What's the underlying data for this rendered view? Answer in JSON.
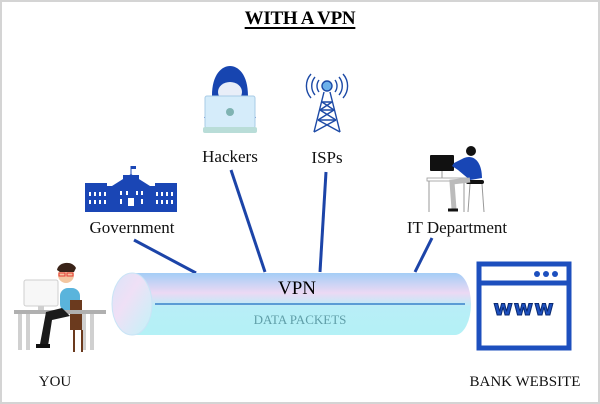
{
  "title": "WITH A VPN",
  "nodes": {
    "hackers": "Hackers",
    "isps": "ISPs",
    "government": "Government",
    "it_department": "IT Department",
    "you": "YOU",
    "bank_website": "BANK WEBSITE"
  },
  "tunnel": {
    "label": "VPN",
    "sublabel": "DATA PACKETS"
  },
  "website_icon_text": "www",
  "colors": {
    "primary_blue": "#1a46b5",
    "line_blue": "#1c44a8",
    "tube_top": "#a9d3f7",
    "tube_mid": "#ecd9f3",
    "tube_bottom": "#b4f1f6",
    "sublabel": "#5f9ea8"
  }
}
